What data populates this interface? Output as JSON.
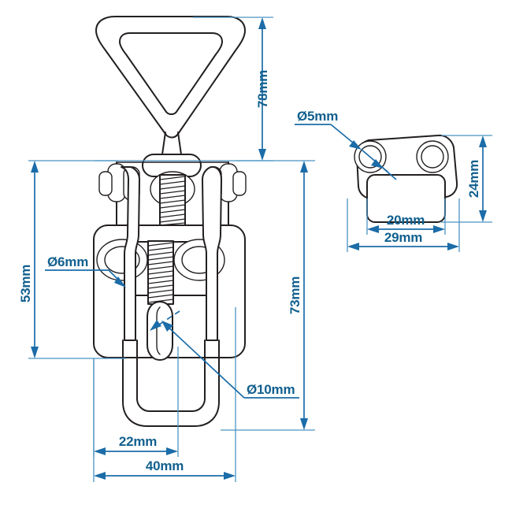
{
  "drawing": {
    "title": "Toggle latch technical drawing",
    "background_color": "#ffffff",
    "line_color": "#231f20",
    "dimension_color": "#1b6ca8",
    "extension_color": "#4a94c4"
  },
  "parts": [
    {
      "id": "latch-assembly",
      "name": "Adjustable toggle latch with triangular pull handle"
    },
    {
      "id": "strike-plate",
      "name": "Strike plate / keeper bracket with two mounting holes"
    }
  ],
  "dimensions": {
    "latch": [
      {
        "id": "height-78",
        "label": "78mm",
        "value": 78,
        "unit": "mm",
        "orientation": "vertical"
      },
      {
        "id": "height-73",
        "label": "73mm",
        "value": 73,
        "unit": "mm",
        "orientation": "vertical"
      },
      {
        "id": "height-53",
        "label": "53mm",
        "value": 53,
        "unit": "mm",
        "orientation": "vertical"
      },
      {
        "id": "width-40",
        "label": "40mm",
        "value": 40,
        "unit": "mm",
        "orientation": "horizontal"
      },
      {
        "id": "width-22",
        "label": "22mm",
        "value": 22,
        "unit": "mm",
        "orientation": "horizontal"
      },
      {
        "id": "hole-d6",
        "label": "Ø6mm",
        "value": 6,
        "unit": "mm",
        "orientation": "leader"
      },
      {
        "id": "hole-d10",
        "label": "Ø10mm",
        "value": 10,
        "unit": "mm",
        "orientation": "leader"
      }
    ],
    "plate": [
      {
        "id": "plate-height-24",
        "label": "24mm",
        "value": 24,
        "unit": "mm",
        "orientation": "vertical"
      },
      {
        "id": "plate-width-29",
        "label": "29mm",
        "value": 29,
        "unit": "mm",
        "orientation": "horizontal"
      },
      {
        "id": "plate-width-20",
        "label": "20mm",
        "value": 20,
        "unit": "mm",
        "orientation": "horizontal"
      },
      {
        "id": "plate-hole-d5",
        "label": "Ø5mm",
        "value": 5,
        "unit": "mm",
        "orientation": "leader"
      }
    ]
  }
}
